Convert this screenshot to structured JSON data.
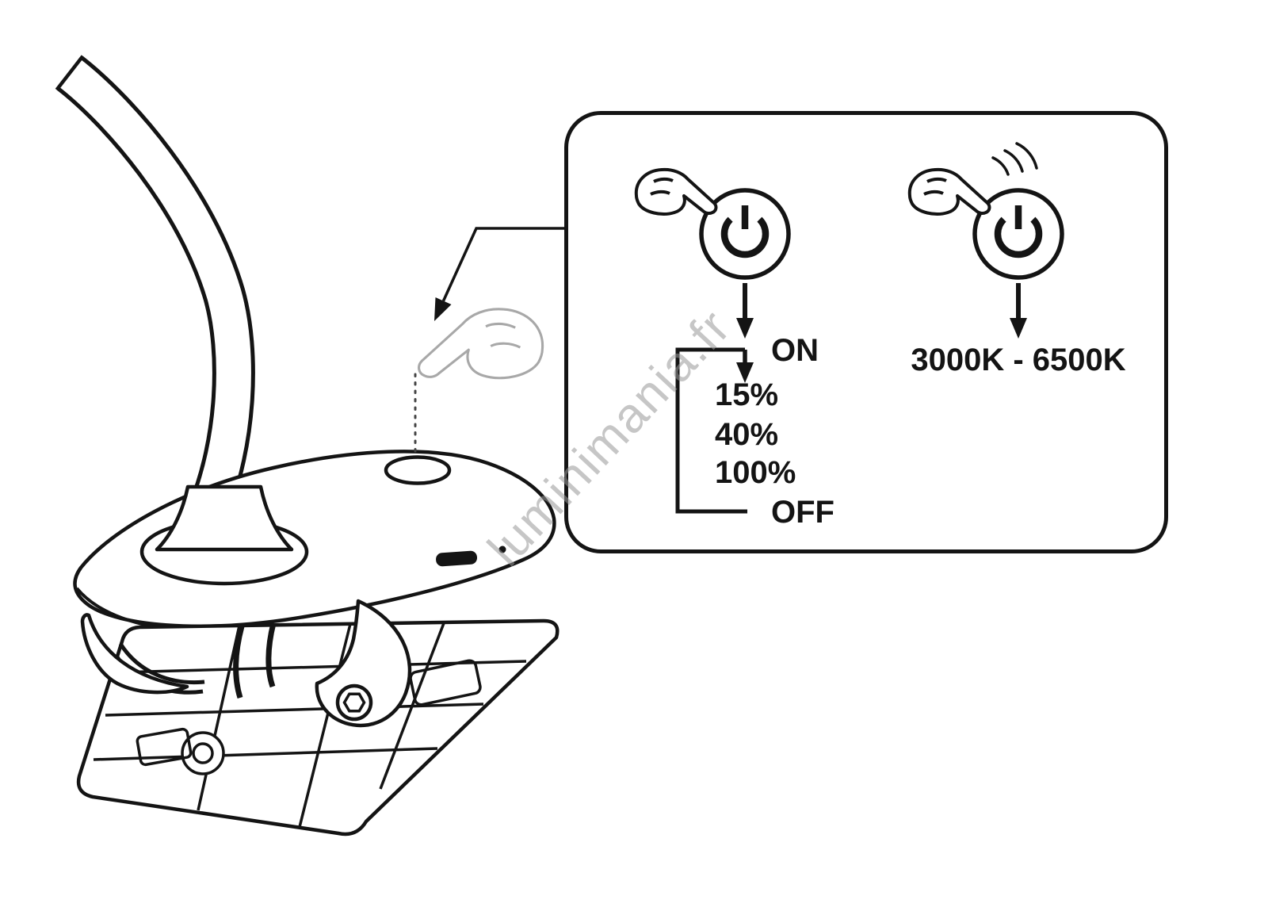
{
  "panel": {
    "single_press": {
      "on_label": "ON",
      "levels": [
        "15%",
        "40%",
        "100%"
      ],
      "off_label": "OFF"
    },
    "press_hold": {
      "temp_range": "3000K - 6500K"
    }
  },
  "watermark": {
    "text": "luminimania.fr"
  },
  "colors": {
    "line": "#141414",
    "ghost": "#a8a8a8",
    "watermark": "#999999"
  }
}
